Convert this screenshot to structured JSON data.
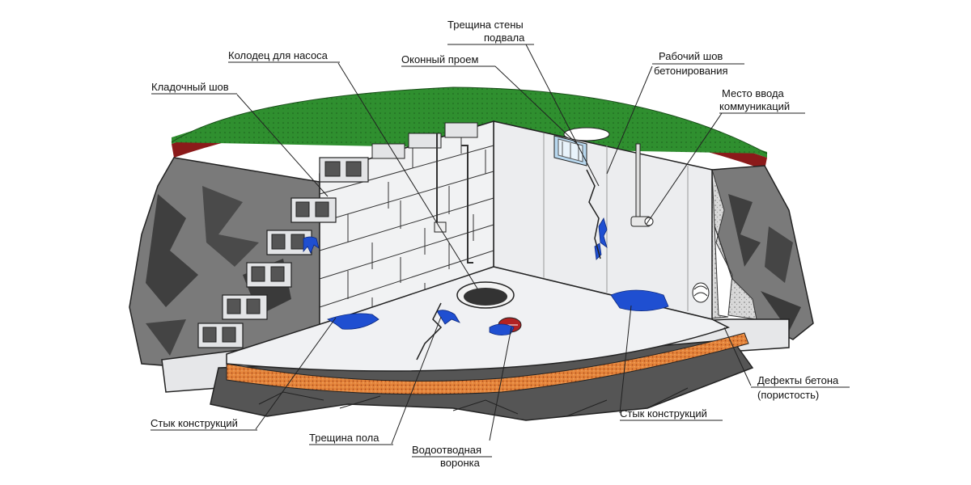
{
  "labels": {
    "masonry_joint": "Кладочный шов",
    "pump_well": "Колодец для насоса",
    "window_opening": "Оконный проем",
    "basement_crack_l1": "Трещина стены",
    "basement_crack_l2": "подвала",
    "working_seam_l1": "Рабочий шов",
    "working_seam_l2": "бетонирования",
    "utility_entry_l1": "Место ввода",
    "utility_entry_l2": "коммуникаций",
    "concrete_defects_l1": "Дефекты бетона",
    "concrete_defects_l2": "(пористость)",
    "joint_left": "Стык конструкций",
    "floor_crack": "Трещина пола",
    "drain_l1": "Водоотводная",
    "drain_l2": "воронка",
    "joint_right": "Стык конструкций"
  },
  "colors": {
    "grass": "#2e8b2e",
    "soil_band": "#8b1a1a",
    "rock": "#6d6d6d",
    "wall": "#e9ecef",
    "water": "#1f4fd1",
    "gravel": "#e07a2c"
  }
}
